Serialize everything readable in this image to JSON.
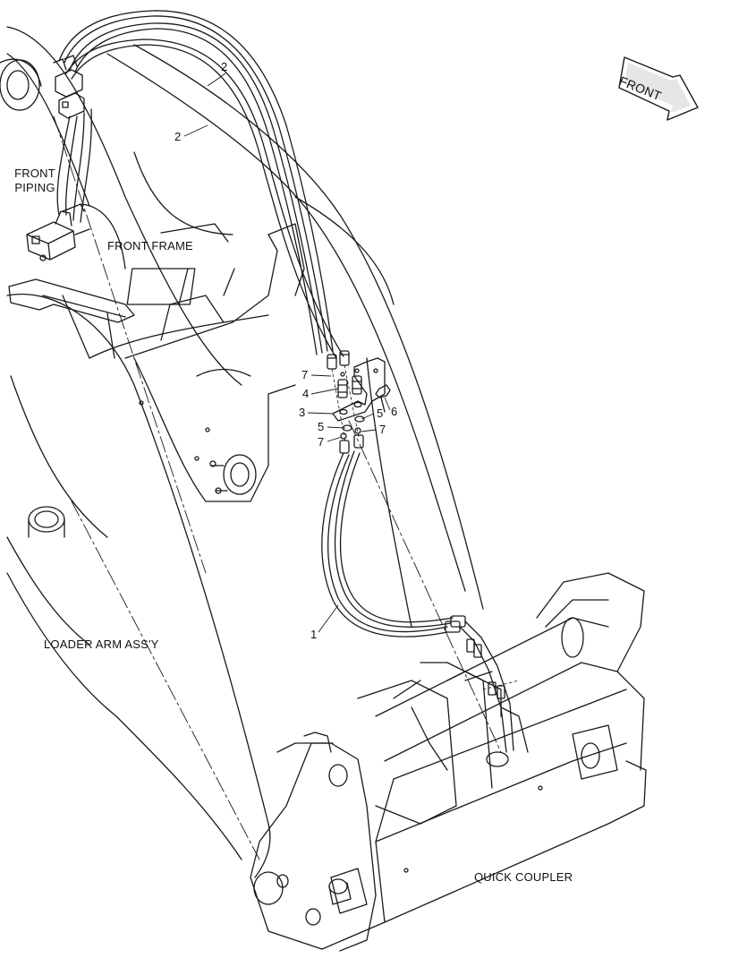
{
  "labels": {
    "front": "FRONT",
    "front_piping": "FRONT\nPIPING",
    "front_frame": "FRONT FRAME",
    "loader_arm": "LOADER ARM ASS'Y",
    "quick_coupler": "QUICK COUPLER"
  },
  "callouts": {
    "c1": "1",
    "c2a": "2",
    "c2b": "2",
    "c3": "3",
    "c4": "4",
    "c5a": "5",
    "c5b": "5",
    "c6": "6",
    "c7a": "7",
    "c7b": "7",
    "c7c": "7"
  },
  "colors": {
    "line": "#1a1a1a",
    "background": "#ffffff"
  }
}
